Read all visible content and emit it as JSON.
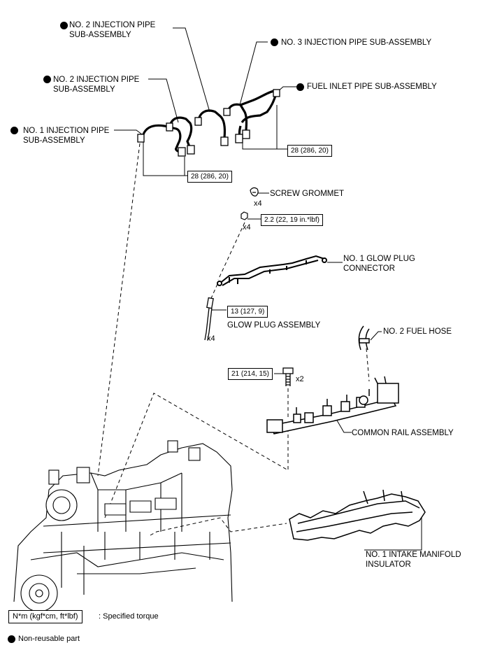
{
  "labels": {
    "no2_pipe_a": "NO. 2 INJECTION PIPE\nSUB-ASSEMBLY",
    "no3_pipe": "NO. 3 INJECTION PIPE SUB-ASSEMBLY",
    "no2_pipe_b": "NO. 2 INJECTION PIPE\nSUB-ASSEMBLY",
    "fuel_inlet": "FUEL INLET PIPE SUB-ASSEMBLY",
    "no1_pipe": "NO. 1 INJECTION PIPE\nSUB-ASSEMBLY",
    "screw_grommet": "SCREW GROMMET",
    "glow_connector": "NO. 1 GLOW PLUG\nCONNECTOR",
    "glow_plug": "GLOW PLUG ASSEMBLY",
    "fuel_hose": "NO. 2 FUEL HOSE",
    "common_rail": "COMMON RAIL ASSEMBLY",
    "manifold_insulator": "NO. 1 INTAKE MANIFOLD\nINSULATOR"
  },
  "torques": {
    "fuel_inlet_nuts": "28 (286, 20)",
    "injection_pipe_nuts": "28 (286, 20)",
    "connector_nut": "2.2 (22, 19 in.*lbf)",
    "glow_plug": "13 (127, 9)",
    "rail_bolt": "21 (214, 15)"
  },
  "quantities": {
    "grommet": "x4",
    "nut": "x4",
    "glow_plug": "x4",
    "bolt": "x2"
  },
  "legend": {
    "torque_unit": "N*m (kgf*cm, ft*lbf)",
    "torque_desc": ": Specified torque",
    "non_reusable": "Non-reusable part"
  }
}
